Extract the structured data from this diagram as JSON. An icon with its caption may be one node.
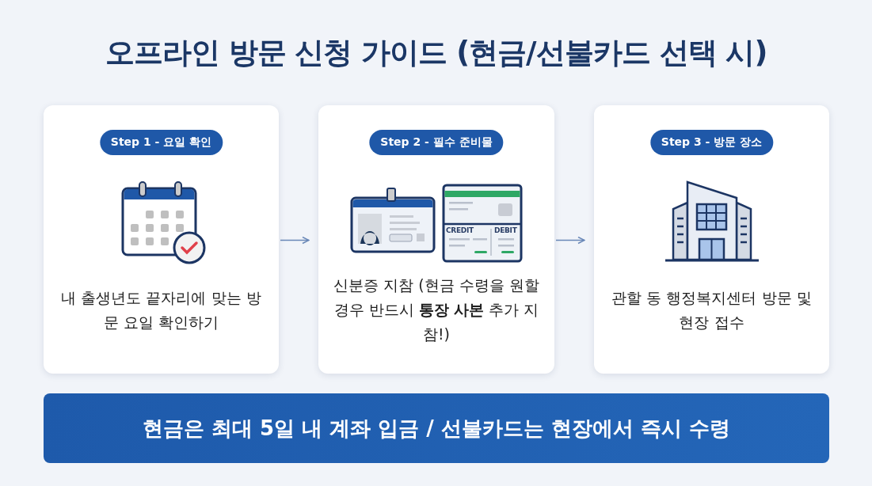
{
  "diagram": {
    "title": "오프라인 방문 신청 가이드 (현금/선불카드 선택 시)",
    "nodes": [
      {
        "text": [
          "Step 1 - 요일 확인",
          "내 출생년도 끝자리에 맞는 방문 요일 확인하기"
        ]
      },
      {
        "text": [
          "Step 2 - 필수 준비물",
          "신분증 지참 (현금 수령을 원할 경우 반드시 **통장 사본** 추가 지참!)"
        ]
      },
      {
        "text": [
          "Step 3 - 방문 장소",
          "관할 동 행정복지센터 방문 및 현장 접수"
        ]
      },
      {
        "text": [
          "현금은 최대 5일 내 계좌 입금 / 선불카드는 현장에서 즉시 수령"
        ]
      }
    ],
    "edges": [
      {
        "from": 0,
        "to": 1,
        "arrow": "to"
      },
      {
        "from": 1,
        "to": 2,
        "arrow": "to"
      }
    ],
    "labels": [
      "CREDIT",
      "DEBIT"
    ]
  }
}
